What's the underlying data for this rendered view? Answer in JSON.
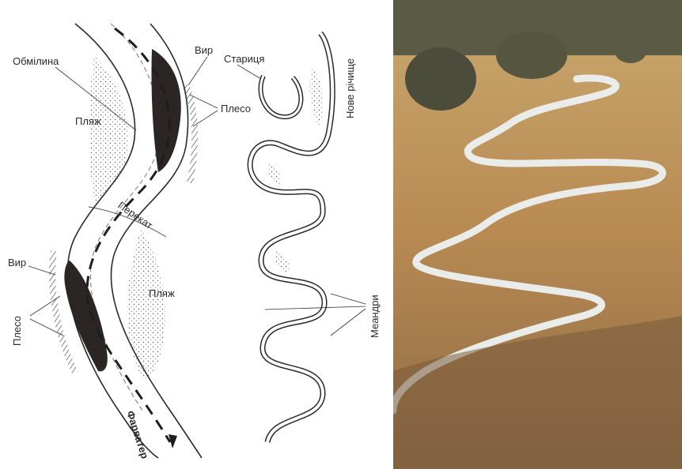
{
  "diagram": {
    "labels": {
      "shoal": "Обмілина",
      "pool_top": "Вир",
      "oxbow": "Стариця",
      "new_channel": "Нове річище",
      "reach_top": "Плесо",
      "beach_top": "Пляж",
      "riffle": "Перекат",
      "pool_bottom": "Вир",
      "reach_bottom": "Плесо",
      "beach_bottom": "Пляж",
      "meanders": "Меандри",
      "thalweg": "Фарватер"
    }
  },
  "colors": {
    "ink": "#2a2a2a",
    "pool_fill": "#2b2523",
    "grass": "#b98a52",
    "water": "#e9ece8",
    "trees": "#4c4c3a"
  }
}
